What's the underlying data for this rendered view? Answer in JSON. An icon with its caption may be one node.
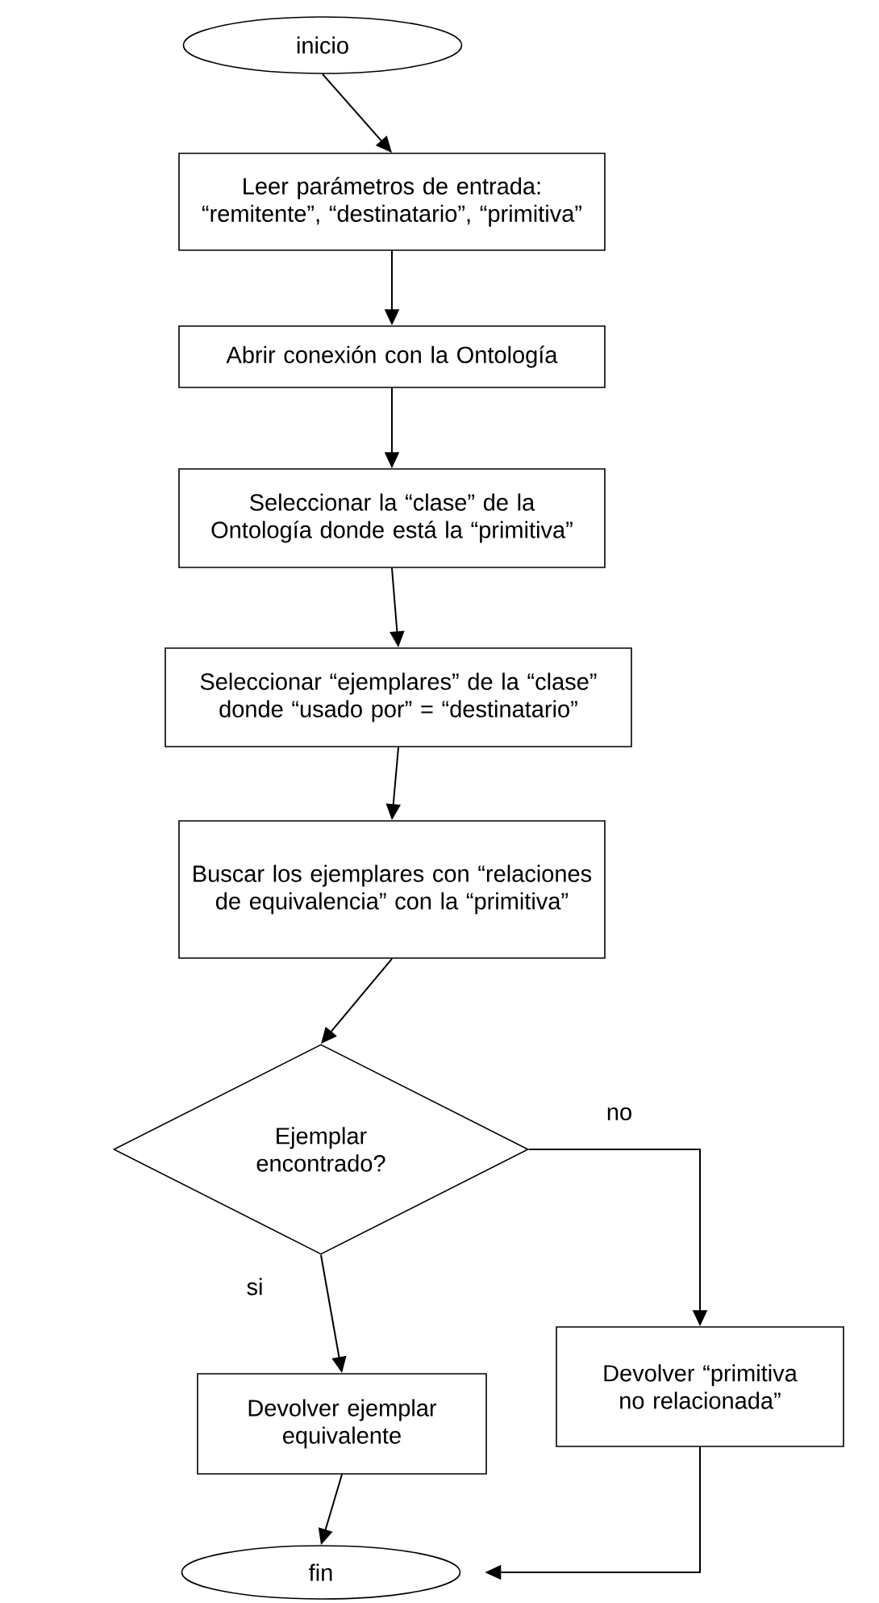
{
  "diagram": {
    "nodes": [
      {
        "text": [
          "inicio"
        ]
      },
      {
        "text": [
          "Leer parámetros de entrada: “remitente”, “destinatario”, “primitiva”"
        ]
      },
      {
        "text": [
          "Abrir conexión con la Ontología"
        ]
      },
      {
        "text": [
          "Seleccionar la “clase” de la Ontología donde está la “primitiva”"
        ]
      },
      {
        "text": [
          "Seleccionar “ejemplares” de la “clase” donde “usado por” = “destinatario”"
        ]
      },
      {
        "text": [
          "Buscar los ejemplares con “relaciones de equivalencia” con la “primitiva”"
        ]
      },
      {
        "text": [
          "Ejemplar encontrado?"
        ]
      },
      {
        "text": [
          "Devolver ejemplar equivalente"
        ]
      },
      {
        "text": [
          "Devolver “primitiva no relacionada”"
        ]
      },
      {
        "text": [
          "fin"
        ]
      }
    ],
    "edges": [
      {
        "from": 0,
        "to": 1,
        "arrow": "to"
      },
      {
        "from": 1,
        "to": 2,
        "arrow": "to"
      },
      {
        "from": 2,
        "to": 3,
        "arrow": "to"
      },
      {
        "from": 3,
        "to": 4,
        "arrow": "to"
      },
      {
        "from": 4,
        "to": 5,
        "arrow": "to"
      },
      {
        "from": 5,
        "to": 6,
        "arrow": "to"
      },
      {
        "from": 6,
        "to": 7,
        "arrow": "to",
        "label": "si"
      },
      {
        "from": 6,
        "to": 8,
        "arrow": "to",
        "label": "no"
      },
      {
        "from": 7,
        "to": 9,
        "arrow": "to"
      },
      {
        "from": 8,
        "to": 9,
        "arrow": "to"
      }
    ]
  }
}
